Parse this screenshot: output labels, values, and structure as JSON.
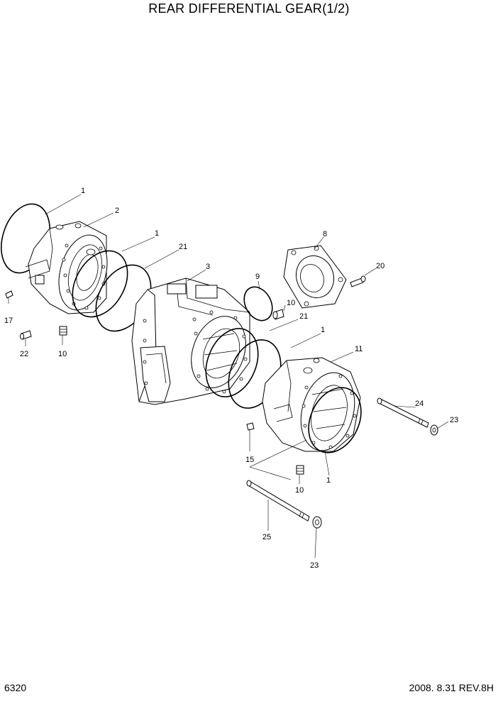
{
  "title": "REAR DIFFERENTIAL GEAR(1/2)",
  "page_number": "6320",
  "revision": "2008. 8.31  REV.8H",
  "callouts": [
    "1",
    "2",
    "1",
    "21",
    "3",
    "8",
    "20",
    "9",
    "10",
    "21",
    "1",
    "11",
    "17",
    "22",
    "10",
    "24",
    "23",
    "15",
    "10",
    "1",
    "25",
    "23"
  ]
}
